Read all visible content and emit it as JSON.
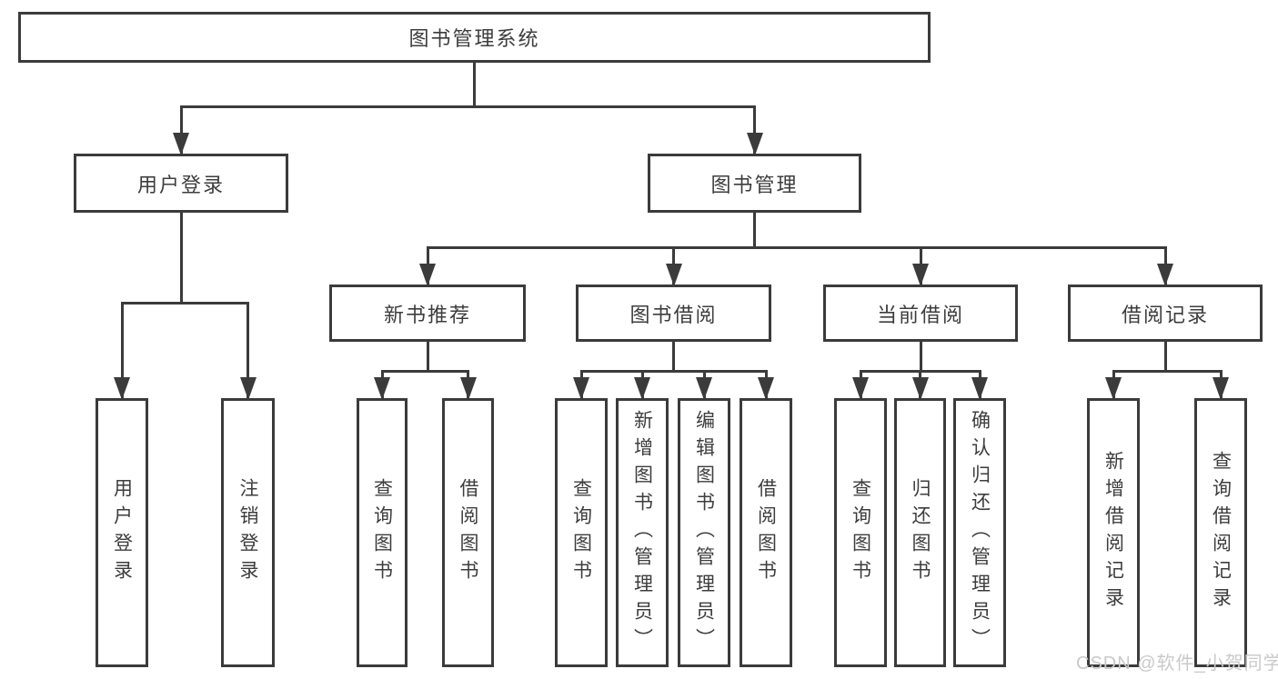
{
  "diagram": {
    "title": "图书管理系统",
    "watermark": "CSDN @软件_小贺同学",
    "colors": {
      "line": "#3b3b3b",
      "text": "#3d3d3d",
      "box_background": "#ffffff",
      "watermark": "#c9c9c9",
      "page_background": "#ffffff"
    },
    "nodes": [
      {
        "id": "root",
        "label": "图书管理系统",
        "parent": null
      },
      {
        "id": "user-login",
        "label": "用户登录",
        "parent": "root"
      },
      {
        "id": "book-mgmt",
        "label": "图书管理",
        "parent": "root"
      },
      {
        "id": "ul-login",
        "label": "用户登录",
        "parent": "user-login"
      },
      {
        "id": "ul-logout",
        "label": "注销登录",
        "parent": "user-login"
      },
      {
        "id": "nbr",
        "label": "新书推荐",
        "parent": "book-mgmt"
      },
      {
        "id": "bb",
        "label": "图书借阅",
        "parent": "book-mgmt"
      },
      {
        "id": "cb",
        "label": "当前借阅",
        "parent": "book-mgmt"
      },
      {
        "id": "br",
        "label": "借阅记录",
        "parent": "book-mgmt"
      },
      {
        "id": "nbr-query",
        "label": "查询图书",
        "parent": "nbr"
      },
      {
        "id": "nbr-borrow",
        "label": "借阅图书",
        "parent": "nbr"
      },
      {
        "id": "bb-query",
        "label": "查询图书",
        "parent": "bb"
      },
      {
        "id": "bb-add",
        "label": "新增图书（管理员）",
        "parent": "bb"
      },
      {
        "id": "bb-edit",
        "label": "编辑图书（管理员）",
        "parent": "bb"
      },
      {
        "id": "bb-borrow",
        "label": "借阅图书",
        "parent": "bb"
      },
      {
        "id": "cb-query",
        "label": "查询图书",
        "parent": "cb"
      },
      {
        "id": "cb-return",
        "label": "归还图书",
        "parent": "cb"
      },
      {
        "id": "cb-confirm",
        "label": "确认归还（管理员）",
        "parent": "cb"
      },
      {
        "id": "br-add",
        "label": "新增借阅记录",
        "parent": "br"
      },
      {
        "id": "br-query",
        "label": "查询借阅记录",
        "parent": "br"
      }
    ]
  }
}
